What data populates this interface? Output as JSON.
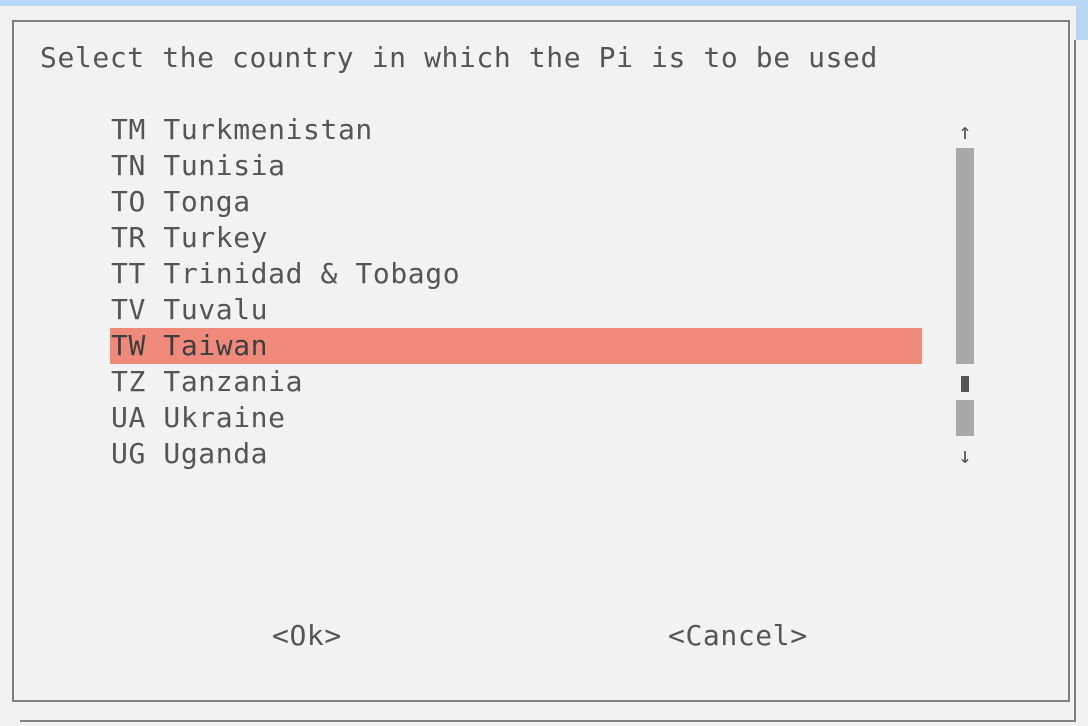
{
  "dialog": {
    "prompt": "Select the country in which the Pi is to be used",
    "items": [
      {
        "code": "TM",
        "name": "Turkmenistan",
        "text": "TM Turkmenistan"
      },
      {
        "code": "TN",
        "name": "Tunisia",
        "text": "TN Tunisia"
      },
      {
        "code": "TO",
        "name": "Tonga",
        "text": "TO Tonga"
      },
      {
        "code": "TR",
        "name": "Turkey",
        "text": "TR Turkey"
      },
      {
        "code": "TT",
        "name": "Trinidad & Tobago",
        "text": "TT Trinidad & Tobago"
      },
      {
        "code": "TV",
        "name": "Tuvalu",
        "text": "TV Tuvalu"
      },
      {
        "code": "TW",
        "name": "Taiwan",
        "text": "TW Taiwan"
      },
      {
        "code": "TZ",
        "name": "Tanzania",
        "text": "TZ Tanzania"
      },
      {
        "code": "UA",
        "name": "Ukraine",
        "text": "UA Ukraine"
      },
      {
        "code": "UG",
        "name": "Uganda",
        "text": "UG Uganda"
      }
    ],
    "selected_index": 6,
    "scrollbar": {
      "up_glyph": "↑",
      "down_glyph": "↓",
      "up_icon": "arrow-up-icon",
      "down_icon": "arrow-down-icon"
    },
    "buttons": {
      "ok": "<Ok>",
      "cancel": "<Cancel>"
    }
  },
  "colors": {
    "background": "#f2f2f2",
    "border": "#7f7f7f",
    "text": "#555555",
    "selection": "#ef8a7a",
    "scroll_track": "#a9a9a9",
    "window_edge": "#b7d7f7"
  }
}
